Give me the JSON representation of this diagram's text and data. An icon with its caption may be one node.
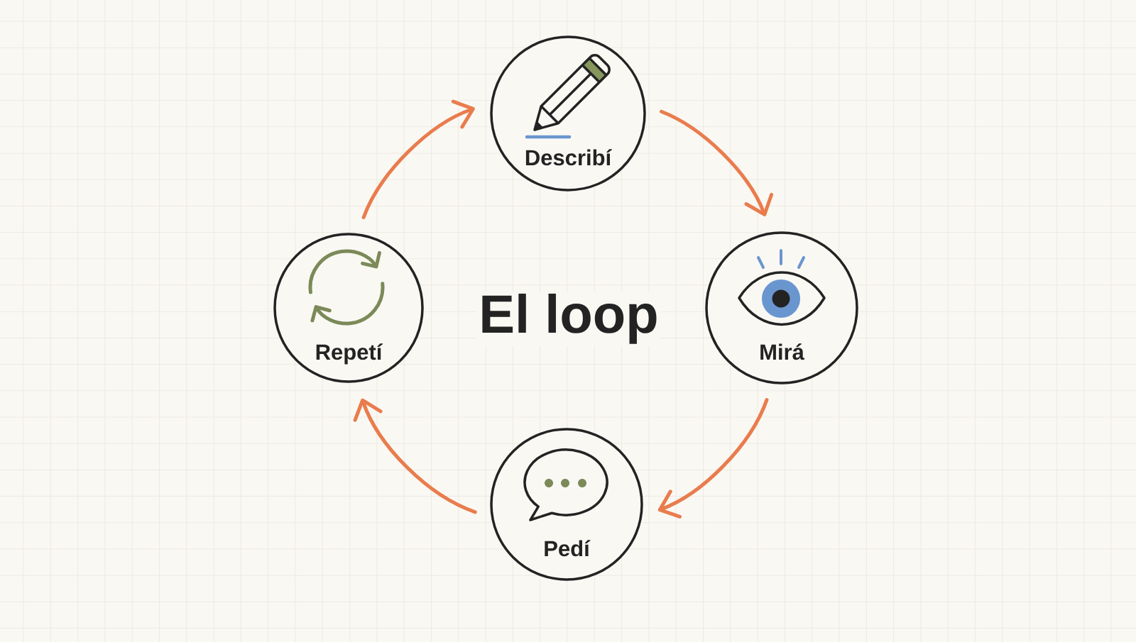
{
  "diagram": {
    "title": "El loop",
    "nodes": [
      {
        "text": [
          "Describí"
        ]
      },
      {
        "text": [
          "Mirá"
        ]
      },
      {
        "text": [
          "Pedí"
        ]
      },
      {
        "text": [
          "Repetí"
        ]
      }
    ],
    "edges": [
      {
        "from": 0,
        "to": 1,
        "arrow": "to"
      },
      {
        "from": 1,
        "to": 2,
        "arrow": "to"
      },
      {
        "from": 2,
        "to": 3,
        "arrow": "to"
      },
      {
        "from": 3,
        "to": 0,
        "arrow": "to"
      }
    ]
  }
}
